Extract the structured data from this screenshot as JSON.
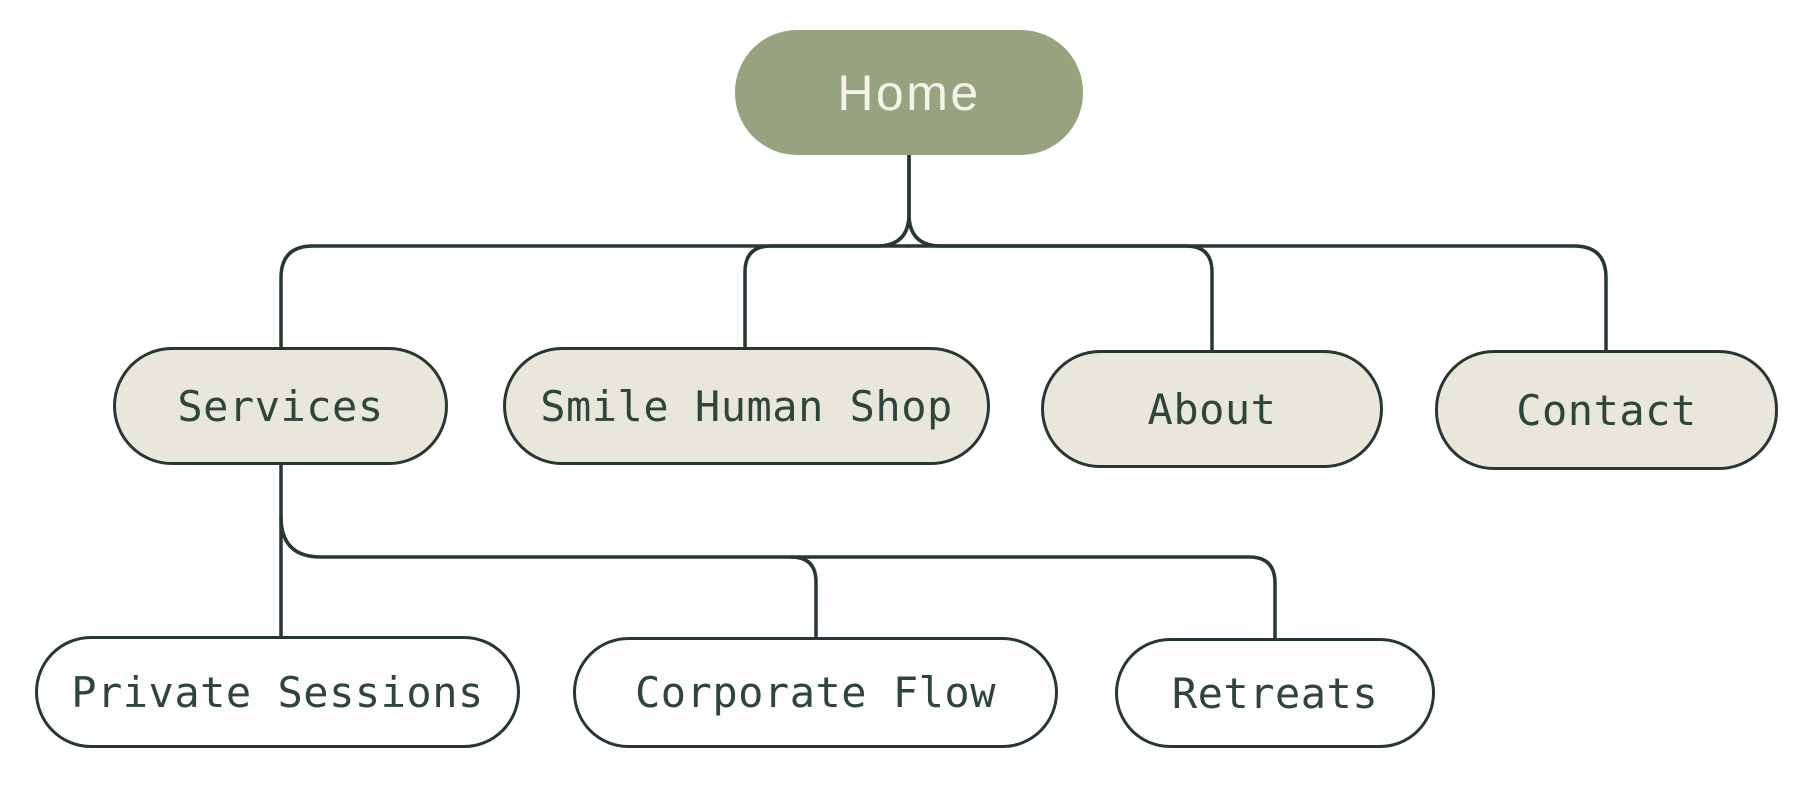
{
  "diagram": {
    "type": "sitemap-tree",
    "nodes": {
      "home": {
        "label": "Home",
        "level": 0
      },
      "services": {
        "label": "Services",
        "level": 1,
        "parent": "home"
      },
      "smile_human_shop": {
        "label": "Smile Human Shop",
        "level": 1,
        "parent": "home"
      },
      "about": {
        "label": "About",
        "level": 1,
        "parent": "home"
      },
      "contact": {
        "label": "Contact",
        "level": 1,
        "parent": "home"
      },
      "private_sessions": {
        "label": "Private Sessions",
        "level": 2,
        "parent": "services"
      },
      "corporate_flow": {
        "label": "Corporate Flow",
        "level": 2,
        "parent": "services"
      },
      "retreats": {
        "label": "Retreats",
        "level": 2,
        "parent": "services"
      }
    },
    "edges": [
      {
        "from": "home",
        "to": "services"
      },
      {
        "from": "home",
        "to": "smile_human_shop"
      },
      {
        "from": "home",
        "to": "about"
      },
      {
        "from": "home",
        "to": "contact"
      },
      {
        "from": "services",
        "to": "private_sessions"
      },
      {
        "from": "services",
        "to": "corporate_flow"
      },
      {
        "from": "services",
        "to": "retreats"
      }
    ],
    "colors": {
      "root_fill": "#96a37e",
      "root_text": "#f5f3e8",
      "level1_fill": "#e9e6dc",
      "level2_fill": "#fdfdfc",
      "line_ink": "#27392f",
      "node_text": "#2e453b",
      "background": "#ffffff"
    }
  }
}
